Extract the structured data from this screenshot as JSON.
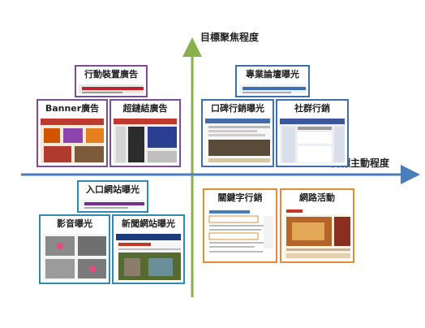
{
  "axes": {
    "vertical_label": "目標聚焦程度",
    "horizontal_label": "目標主動程度",
    "colors": {
      "vertical": "#88b04b",
      "horizontal": "#4a7ebb"
    }
  },
  "quadrants": {
    "top_left": {
      "header": "行動裝置廣告",
      "items": [
        "Banner廣告",
        "超鏈結廣告"
      ],
      "color": "#7b4f8f"
    },
    "top_right": {
      "header": "專業論壇曝光",
      "items": [
        "口碑行銷曝光",
        "社群行銷"
      ],
      "color": "#3f6ea8"
    },
    "bottom_left": {
      "header": "入口網站曝光",
      "items": [
        "影音曝光",
        "新聞網站曝光"
      ],
      "color": "#2e8bb3"
    },
    "bottom_right": {
      "items": [
        "關鍵字行銷",
        "網路活動"
      ],
      "color": "#e08d35"
    }
  }
}
